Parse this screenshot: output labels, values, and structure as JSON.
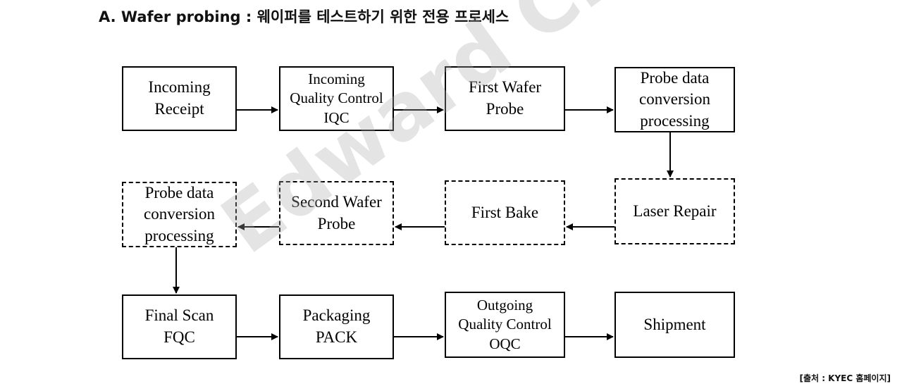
{
  "title": "A. Wafer probing :  웨이퍼를 테스트하기 위한 전용 프로세스",
  "watermark": "Edward Choi",
  "source": "[출처 : KYEC 홈페이지]",
  "steps": {
    "incoming_receipt": "Incoming\nReceipt",
    "iqc": "Incoming\nQuality Control\nIQC",
    "first_wafer_probe": "First Wafer\nProbe",
    "probe_data_conversion_1": "Probe data\nconversion\nprocessing",
    "laser_repair": "Laser Repair",
    "first_bake": "First Bake",
    "second_wafer_probe": "Second Wafer\nProbe",
    "probe_data_conversion_2": "Probe data\nconversion\nprocessing",
    "fqc": "Final Scan\nFQC",
    "pack": "Packaging\nPACK",
    "oqc": "Outgoing\nQuality Control\nOQC",
    "shipment": "Shipment"
  },
  "colors": {
    "line": "#000000",
    "watermark": "#aaaaaa"
  }
}
